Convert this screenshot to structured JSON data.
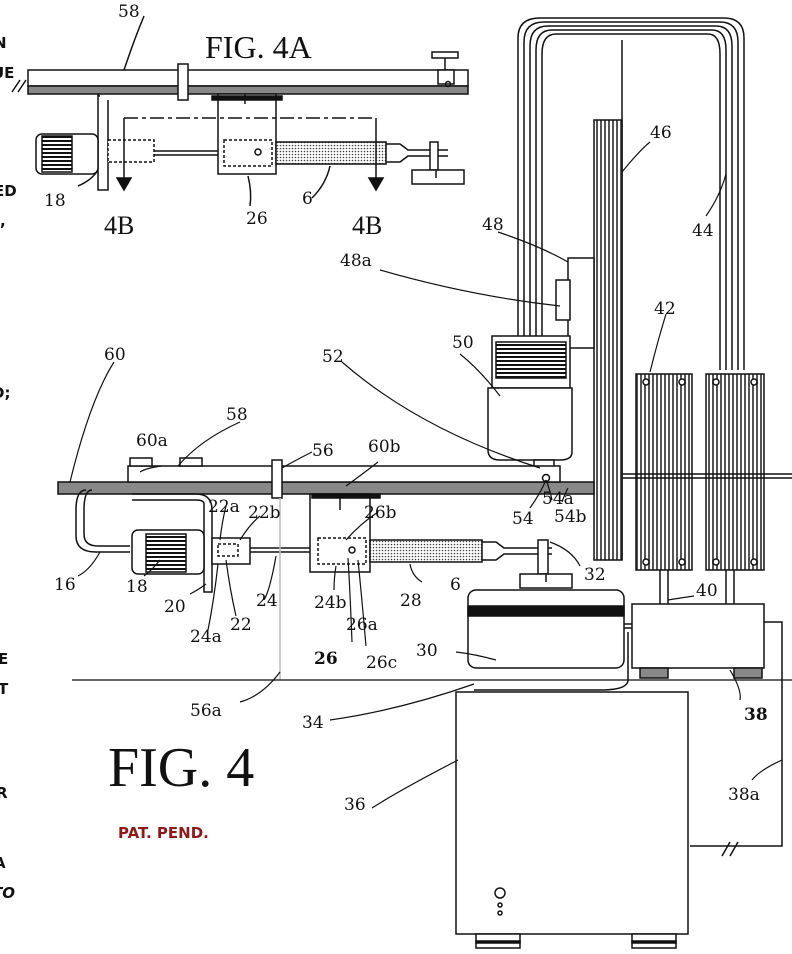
{
  "titles": {
    "fig_4a": "FIG. 4A",
    "fig_4": "FIG. 4",
    "section_left": "4B",
    "section_right": "4B",
    "patent_note": "PAT. PEND."
  },
  "colors": {
    "line": "#111111",
    "patent_note": "#8b1a1a",
    "hatch_gray": "#555555",
    "ground_line": "#333333"
  },
  "left_margin_fragments": [
    "N",
    "UE",
    "ED",
    ",",
    "D;",
    "E",
    "T",
    "R",
    "A",
    "TO"
  ],
  "labels": {
    "58_top": "58",
    "18_top": "18",
    "26_top": "26",
    "6_top": "6",
    "46": "46",
    "44": "44",
    "48": "48",
    "48a": "48a",
    "42": "42",
    "60": "60",
    "50": "50",
    "52": "52",
    "58_mid": "58",
    "60a": "60a",
    "56": "56",
    "60b": "60b",
    "22a": "22a",
    "22b": "22b",
    "26b": "26b",
    "54": "54",
    "54a": "54a",
    "54b": "54b",
    "16": "16",
    "18": "18",
    "20": "20",
    "24": "24",
    "22": "22",
    "24a": "24a",
    "24b": "24b",
    "26": "26",
    "26a": "26a",
    "26c": "26c",
    "28": "28",
    "6": "6",
    "32": "32",
    "40": "40",
    "30": "30",
    "56a": "56a",
    "34": "34",
    "38": "38",
    "36": "36",
    "38a": "38a"
  }
}
